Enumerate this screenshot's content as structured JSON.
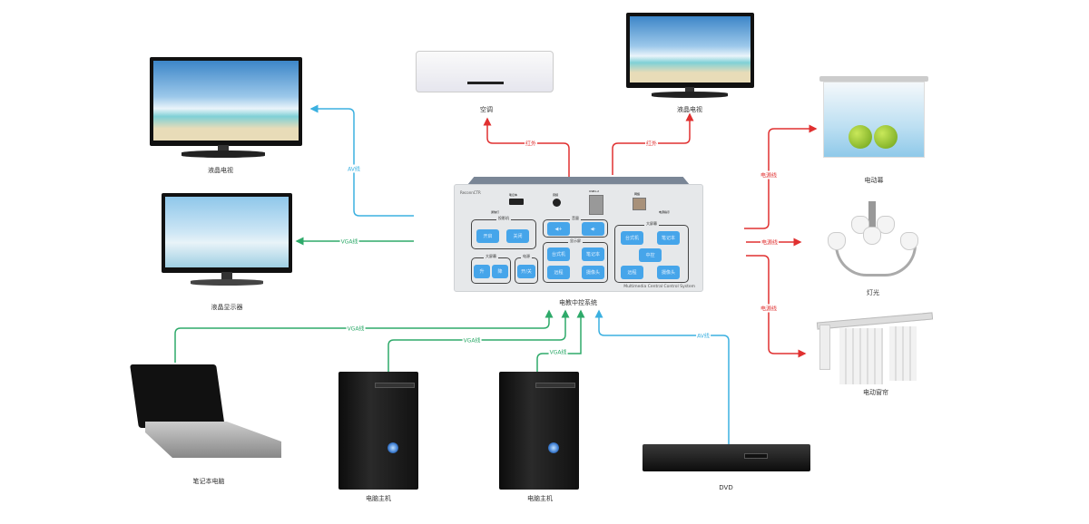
{
  "colors": {
    "av": "#3bb0e0",
    "vga": "#2eaa6a",
    "power": "#e03030"
  },
  "devices": {
    "tv_left": "液晶电视",
    "monitor": "液晶显示器",
    "air_conditioner": "空调",
    "tv_top": "液晶电视",
    "projector_screen": "电动幕",
    "lighting": "灯光",
    "curtain": "电动窗帘",
    "controller": "电教中控系统",
    "laptop": "笔记本电脑",
    "pc1": "电脑主机",
    "pc2": "电脑主机",
    "dvd": "DVD"
  },
  "links": {
    "av": "AV线",
    "vga": "VGA线",
    "ir": "红外",
    "power": "电源线"
  },
  "panel": {
    "caption": "Multimedia Central Control System",
    "brand": "ReconnCTR",
    "ports": {
      "hdmi": "笔记本",
      "audio": "音频",
      "usb": "USB1-2",
      "lan": "网络",
      "led1": "通信灯",
      "led2": "电源指示"
    },
    "groups": [
      {
        "title": "投影机",
        "buttons": [
          "开启",
          "关闭"
        ]
      },
      {
        "title": "音量",
        "buttons": [
          "◀+",
          "◀-"
        ]
      },
      {
        "title": "显示屏",
        "buttons": [
          "台式机",
          "笔记本",
          "远程",
          "摄像头"
        ]
      },
      {
        "title": "大屏幕",
        "buttons": [
          "台式机",
          "笔记本",
          "中控",
          "远程",
          "摄像头"
        ]
      },
      {
        "title": "大屏幕",
        "buttons": [
          "升",
          "降"
        ]
      },
      {
        "title": "电源",
        "buttons": [
          "开/关"
        ]
      }
    ]
  }
}
